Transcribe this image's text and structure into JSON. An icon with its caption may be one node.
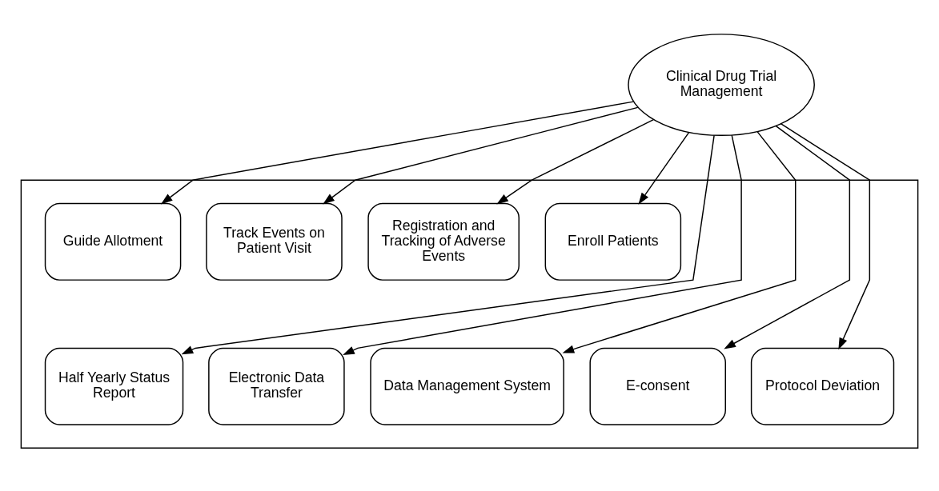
{
  "diagram": {
    "nodes": [
      {
        "text": [
          "Clinical Drug Trial Management"
        ]
      },
      {
        "text": [],
        "shape": "box"
      },
      {
        "text": [
          "Enroll Patients"
        ],
        "in": 1
      },
      {
        "text": [
          "Registration and Tracking of Adverse Events"
        ],
        "in": 1
      },
      {
        "text": [
          "Track Events on Patient Visit"
        ],
        "in": 1
      },
      {
        "text": [
          "Guide Allotment"
        ],
        "in": 1
      },
      {
        "text": [
          "Half Yearly Status Report"
        ],
        "in": 1
      },
      {
        "text": [
          "Electronic Data Transfer"
        ],
        "in": 1
      },
      {
        "text": [
          "Data Management System"
        ],
        "in": 1
      },
      {
        "text": [
          "E-consent"
        ],
        "in": 1
      },
      {
        "text": [
          "Protocol Deviation"
        ],
        "in": 1
      }
    ],
    "edges": [
      {
        "from": 0,
        "to": 2,
        "arrow": "to"
      },
      {
        "from": 0,
        "to": 3,
        "arrow": "to"
      },
      {
        "from": 0,
        "to": 4,
        "arrow": "to"
      },
      {
        "from": 0,
        "to": 5,
        "arrow": "to"
      },
      {
        "from": 0,
        "to": 6,
        "arrow": "to"
      },
      {
        "from": 0,
        "to": 7,
        "arrow": "to"
      },
      {
        "from": 0,
        "to": 8,
        "arrow": "to"
      },
      {
        "from": 0,
        "to": 9,
        "arrow": "to"
      },
      {
        "from": 0,
        "to": 10,
        "arrow": "to"
      }
    ]
  }
}
